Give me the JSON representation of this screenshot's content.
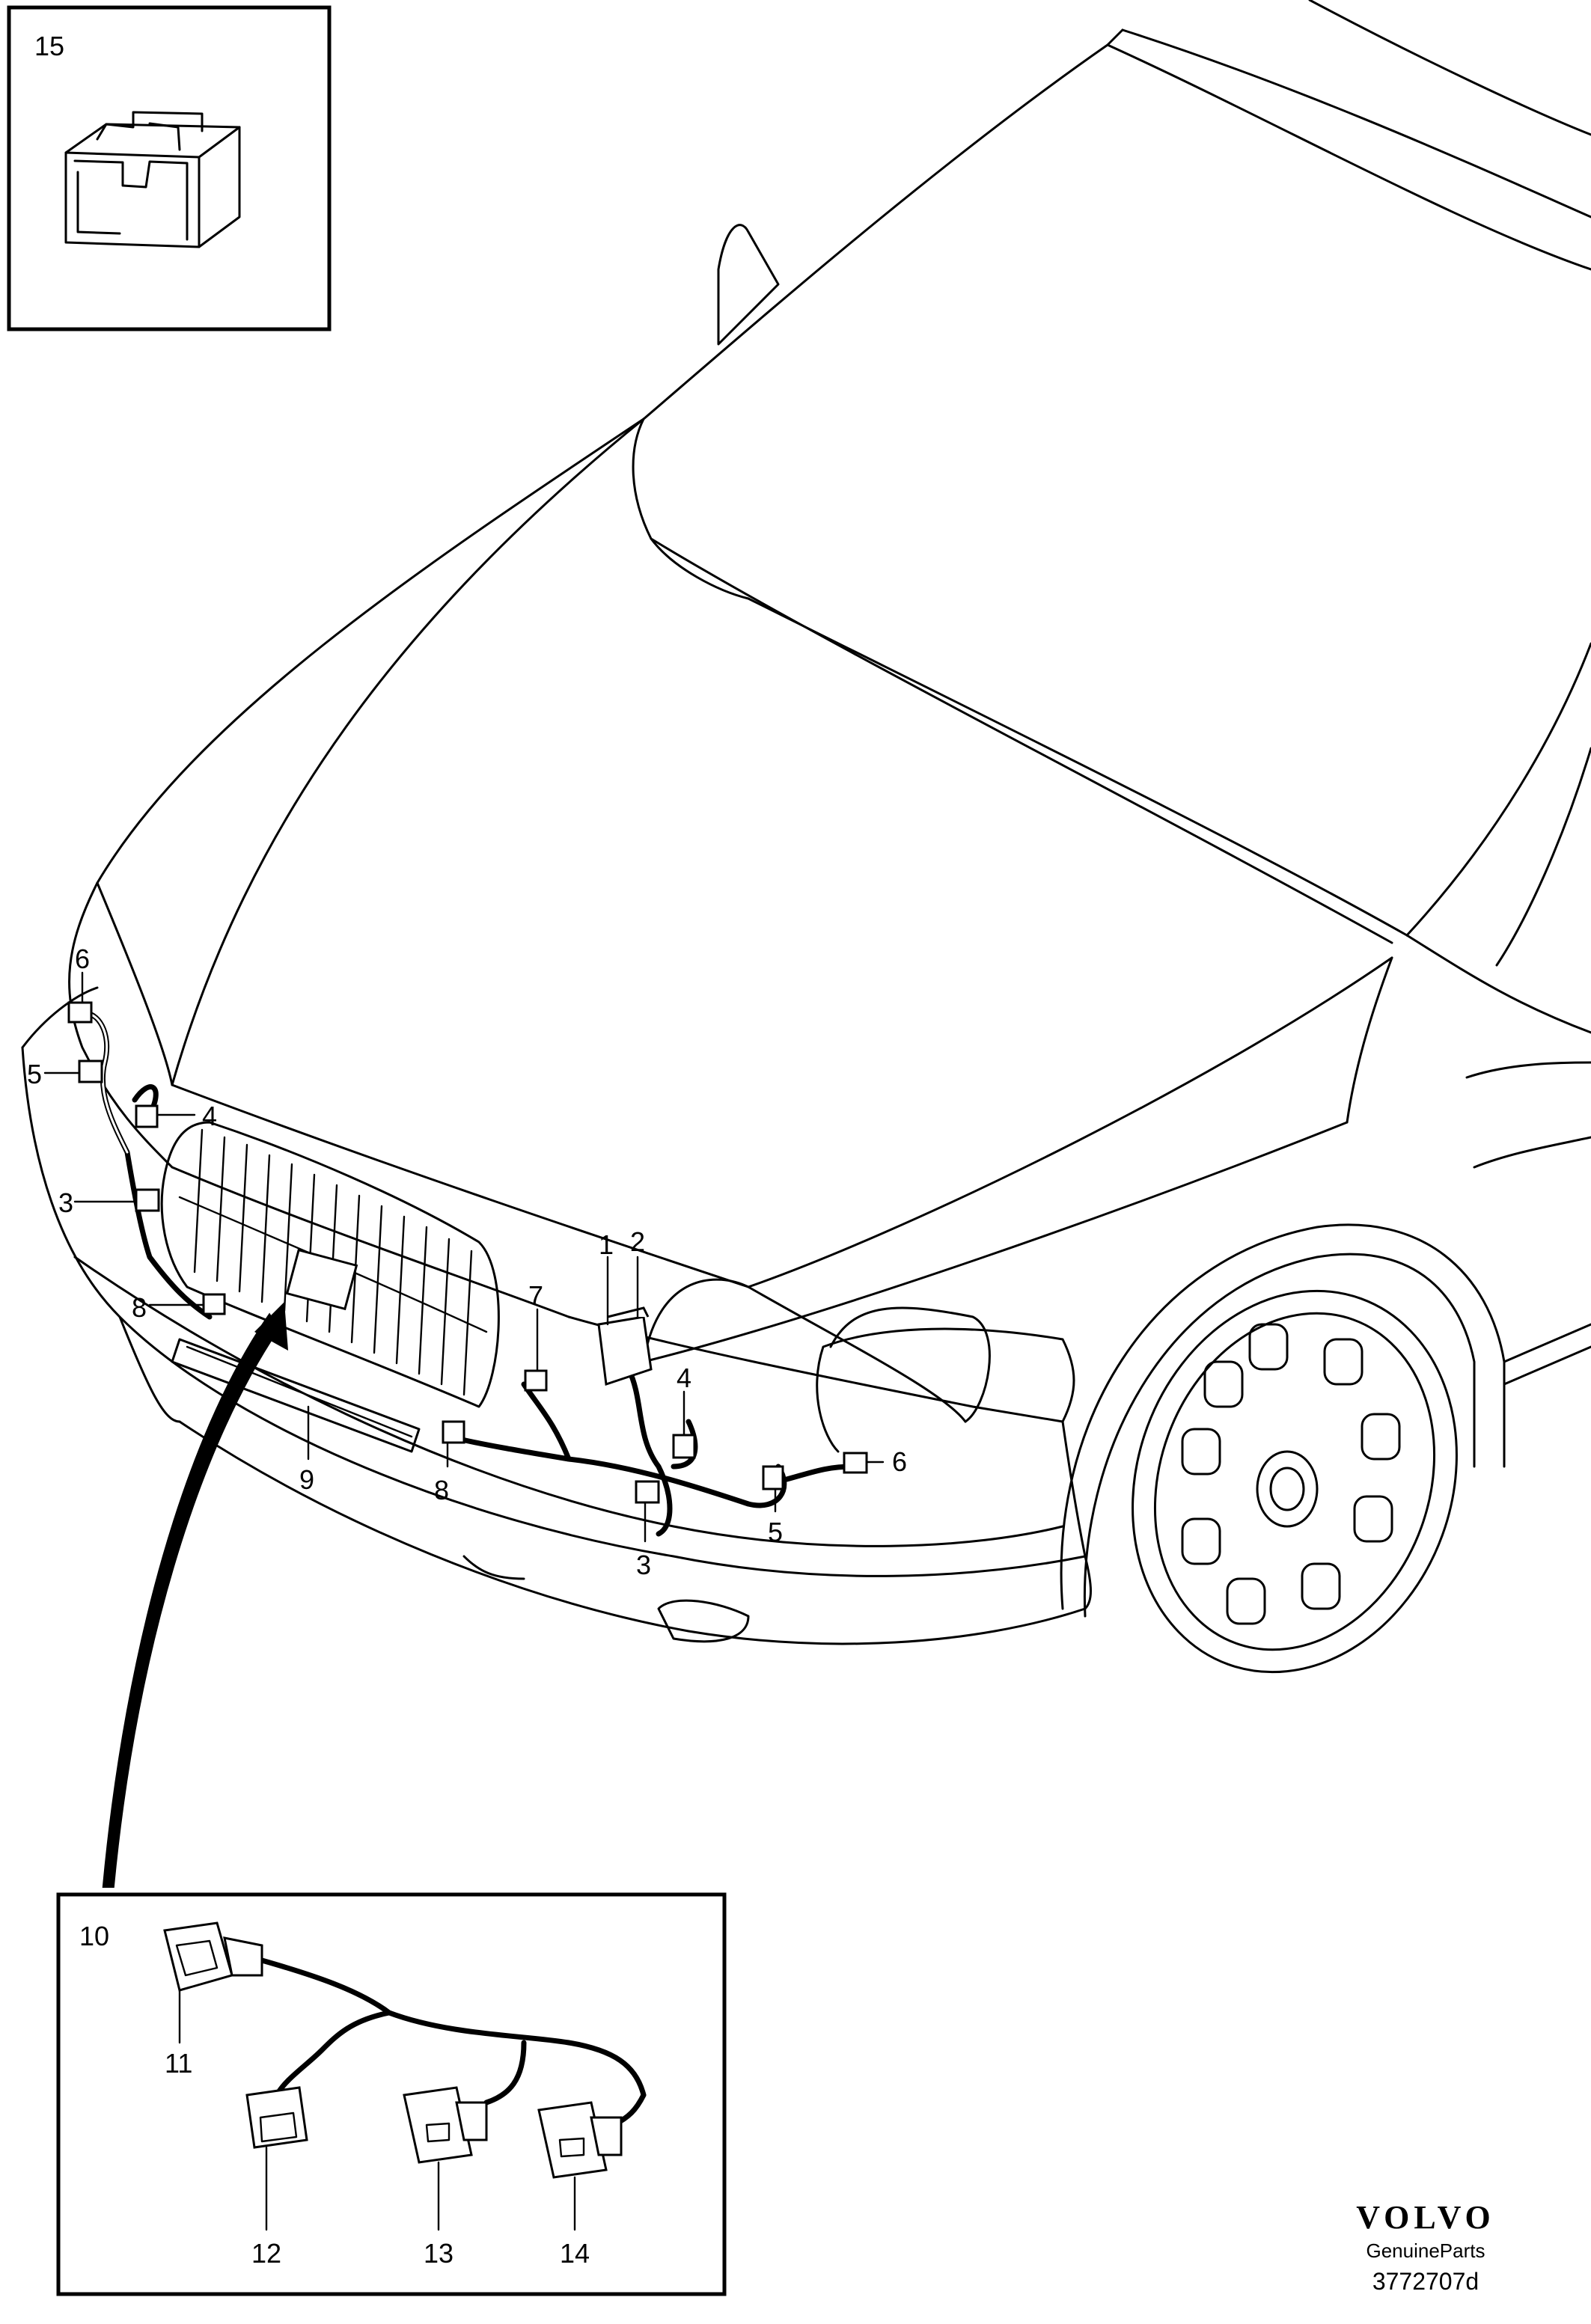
{
  "callouts": {
    "c1": "1",
    "c2": "2",
    "c3a": "3",
    "c3b": "3",
    "c4a": "4",
    "c4b": "4",
    "c5a": "5",
    "c5b": "5",
    "c6a": "6",
    "c6b": "6",
    "c7": "7",
    "c8a": "8",
    "c8b": "8",
    "c9": "9",
    "c10": "10",
    "c11": "11",
    "c12": "12",
    "c13": "13",
    "c14": "14",
    "c15": "15"
  },
  "brand": {
    "logo": "VOLVO",
    "subtitle": "GenuineParts",
    "code": "3772707d"
  }
}
